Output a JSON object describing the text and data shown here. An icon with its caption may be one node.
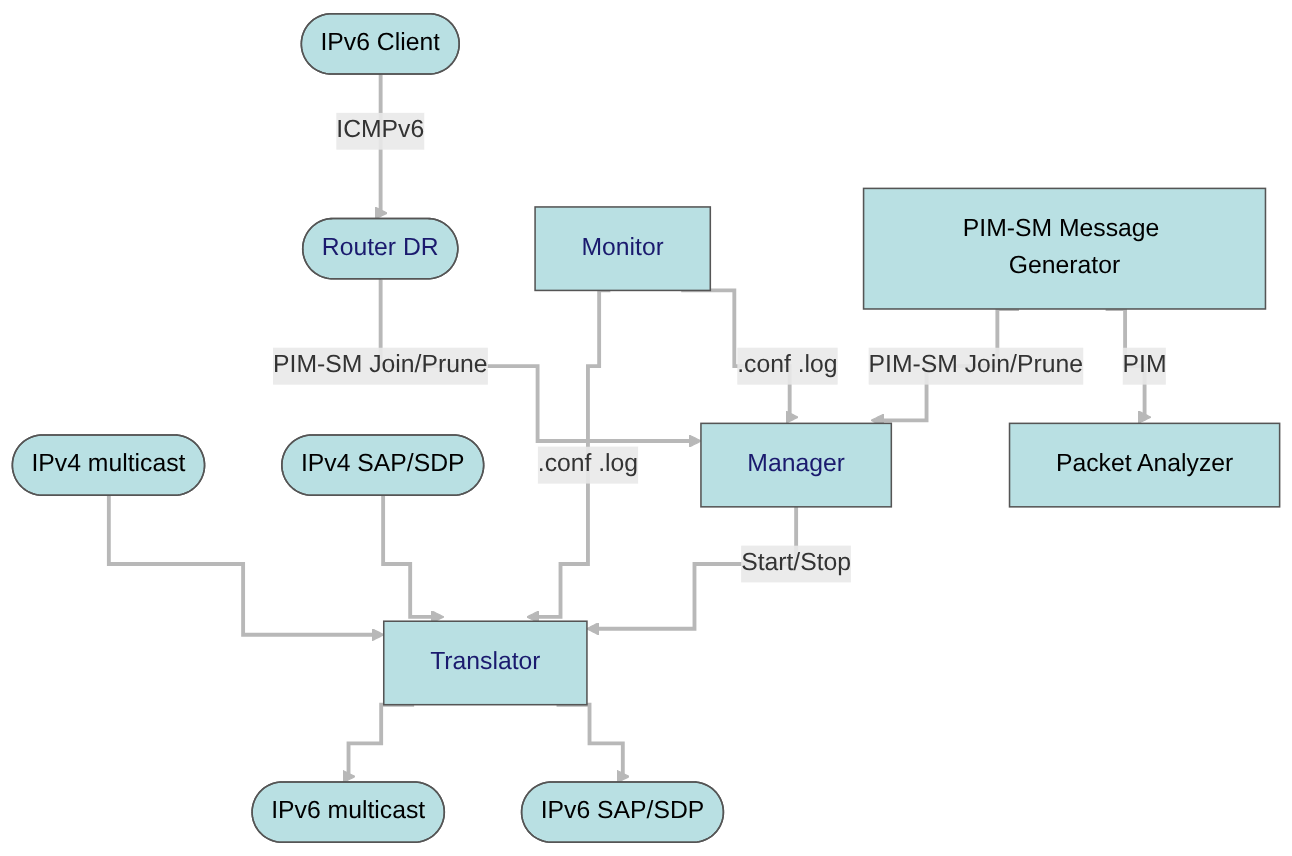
{
  "diagram": {
    "nodes": [
      {
        "text": [
          "IPv4 multicast"
        ]
      },
      {
        "text": [
          "IPv4 SAP/SDP"
        ]
      },
      {
        "text": [
          "IPv6 Client"
        ]
      },
      {
        "text": [
          "Translator"
        ]
      },
      {
        "text": [
          "Router DR"
        ]
      },
      {
        "text": [
          "IPv6 multicast"
        ]
      },
      {
        "text": [
          "IPv6 SAP/SDP"
        ]
      },
      {
        "text": [
          "Manager"
        ]
      },
      {
        "text": [
          "Monitor"
        ]
      },
      {
        "text": [
          "PIM-SM Message Generator"
        ]
      },
      {
        "text": [
          "Packet Analyzer"
        ]
      }
    ],
    "edges": [
      {
        "from": 0,
        "to": 3,
        "arrow": "to"
      },
      {
        "from": 1,
        "to": 3,
        "arrow": "to"
      },
      {
        "from": 2,
        "to": 4,
        "label": "ICMPv6",
        "arrow": "to"
      },
      {
        "from": 3,
        "to": 5,
        "arrow": "to"
      },
      {
        "from": 3,
        "to": 6,
        "arrow": "to"
      },
      {
        "from": 7,
        "to": 3,
        "label": "Start/Stop",
        "arrow": "to"
      },
      {
        "from": 8,
        "to": 3,
        "label": ".conf .log",
        "arrow": "to"
      },
      {
        "from": 4,
        "to": 7,
        "label": "PIM-SM Join/Prune",
        "arrow": "to"
      },
      {
        "from": 8,
        "to": 7,
        "label": ".conf .log",
        "arrow": "to"
      },
      {
        "from": 9,
        "to": 7,
        "label": "PIM-SM Join/Prune",
        "arrow": "to"
      },
      {
        "from": 9,
        "to": 10,
        "label": "PIM",
        "arrow": "to"
      }
    ]
  }
}
